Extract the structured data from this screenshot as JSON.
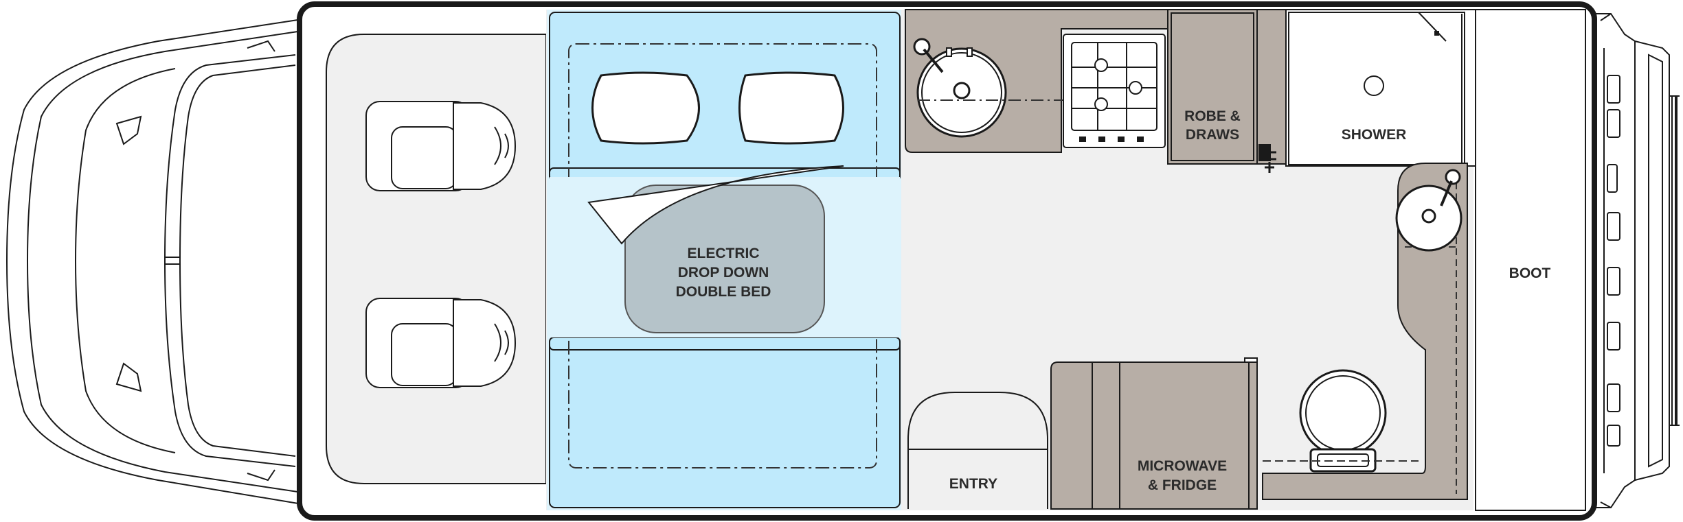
{
  "labels": {
    "bed_line1": "ELECTRIC",
    "bed_line2": "DROP DOWN",
    "bed_line3": "DOUBLE BED",
    "robe_line1": "ROBE &",
    "robe_line2": "DRAWS",
    "shower": "SHOWER",
    "boot": "BOOT",
    "entry": "ENTRY",
    "microwave_line1": "MICROWAVE",
    "microwave_line2": "& FRIDGE"
  },
  "colors": {
    "outline": "#1a1a1a",
    "floor": "#f0f0f0",
    "cabinetry": "#b7aea6",
    "bed_lounge": "#bfeafc",
    "drop_down_bed": "#b5c3c9"
  }
}
